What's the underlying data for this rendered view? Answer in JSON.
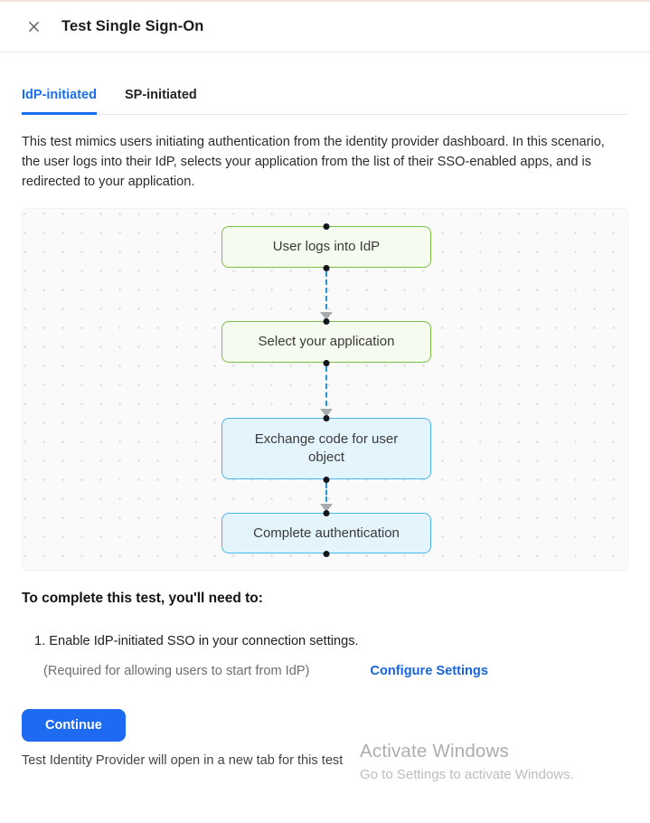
{
  "header": {
    "title": "Test Single Sign-On"
  },
  "tabs": [
    {
      "label": "IdP-initiated",
      "active": true
    },
    {
      "label": "SP-initiated",
      "active": false
    }
  ],
  "description": "This test mimics users initiating authentication from the identity provider dashboard. In this scenario, the user logs into their IdP, selects your application from the list of their SSO-enabled apps, and is redirected to your application.",
  "diagram": {
    "nodes": [
      {
        "label": "User logs into IdP",
        "type": "green"
      },
      {
        "label": "Select your application",
        "type": "green"
      },
      {
        "label": "Exchange code for user object",
        "type": "blue"
      },
      {
        "label": "Complete authentication",
        "type": "blue"
      }
    ],
    "colors": {
      "green_border": "#77c044",
      "green_bg": "#f5fbee",
      "blue_border": "#4ab5e8",
      "blue_bg": "#e4f4fc",
      "connector": "#2196dd",
      "arrow": "#a6abb0",
      "handle": "#15151c"
    }
  },
  "requirements": {
    "heading": "To complete this test, you'll need to:",
    "items": [
      {
        "number": "1.",
        "text": "Enable IdP-initiated SSO in your connection settings.",
        "note": "(Required for allowing users to start from IdP)",
        "link_label": "Configure Settings"
      }
    ]
  },
  "footer": {
    "continue_label": "Continue",
    "note": "Test Identity Provider will open in a new tab for this test"
  },
  "watermark": {
    "line1": "Activate Windows",
    "line2": "Go to Settings to activate Windows."
  },
  "colors": {
    "accent_tab": "#1a6ef0",
    "link": "#1765dd",
    "button": "#1e6bf2"
  }
}
